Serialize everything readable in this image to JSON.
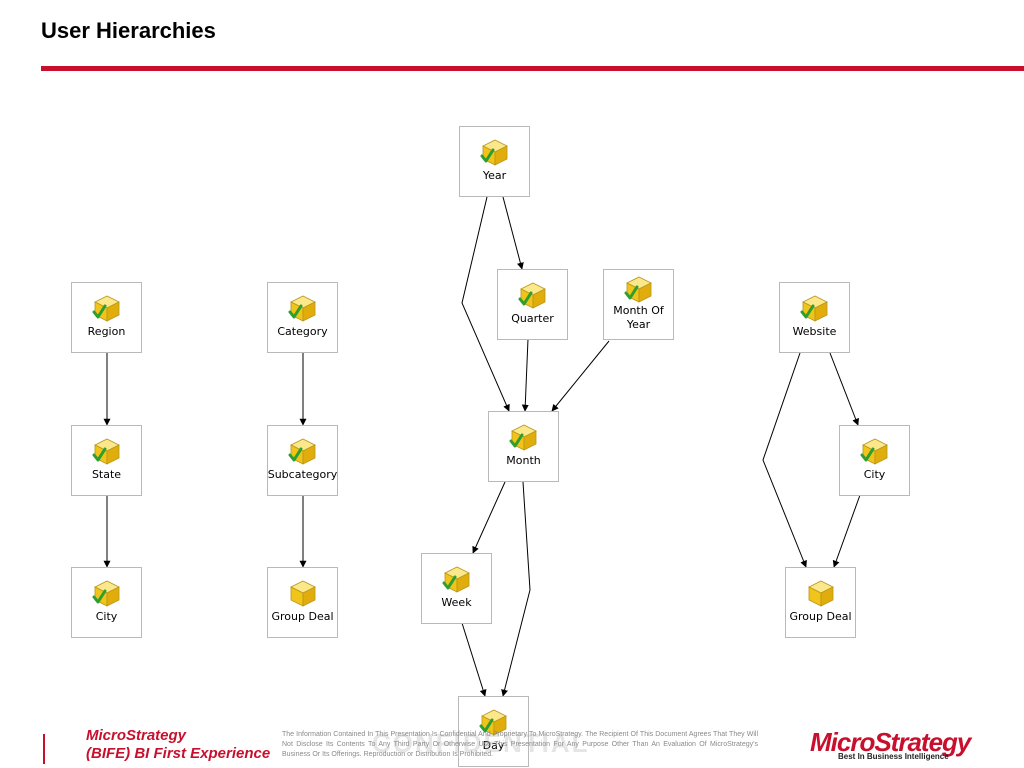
{
  "slide": {
    "title": "User Hierarchies"
  },
  "colors": {
    "accent": "#c8102e",
    "node_border": "#b9b9b9",
    "cube_face": "#f4d03f",
    "check": "#2e9e2e"
  },
  "icons": {
    "attribute_with_check": "attribute-cube-check-icon",
    "attribute_plain": "attribute-cube-icon"
  },
  "hierarchies": {
    "geography": {
      "region": {
        "label": "Region",
        "checked": true
      },
      "state": {
        "label": "State",
        "checked": true
      },
      "city": {
        "label": "City",
        "checked": true
      }
    },
    "product": {
      "category": {
        "label": "Category",
        "checked": true
      },
      "subcategory": {
        "label": "Subcategory",
        "checked": true
      },
      "group_deal": {
        "label": "Group Deal",
        "checked": false
      }
    },
    "time": {
      "year": {
        "label": "Year",
        "checked": true
      },
      "quarter": {
        "label": "Quarter",
        "checked": true
      },
      "month_of_year": {
        "label": "Month Of Year",
        "checked": true
      },
      "month": {
        "label": "Month",
        "checked": true
      },
      "week": {
        "label": "Week",
        "checked": true
      },
      "day": {
        "label": "Day",
        "checked": true
      }
    },
    "website": {
      "website": {
        "label": "Website",
        "checked": true
      },
      "city": {
        "label": "City",
        "checked": true
      },
      "group_deal": {
        "label": "Group Deal",
        "checked": false
      }
    }
  },
  "footer": {
    "brand_line1": "MicroStrategy",
    "brand_line2": "(BIFE) BI First Experience",
    "disclaimer": "The Information Contained In This Presentation Is Confidential And Proprietary To MicroStrategy. The Recipient Of This Document Agrees That They Will Not Disclose Its Contents To Any Third Party Or Otherwise Use This Presentation For Any Purpose Other Than An Evaluation Of MicroStrategy's Business Or Its Offerings. Reproduction or Distribution Is Prohibited.",
    "watermark": "CONFIDENTIAL",
    "logo_word": "MicroStrategy",
    "logo_tagline": "Best In Business Intelligence"
  }
}
